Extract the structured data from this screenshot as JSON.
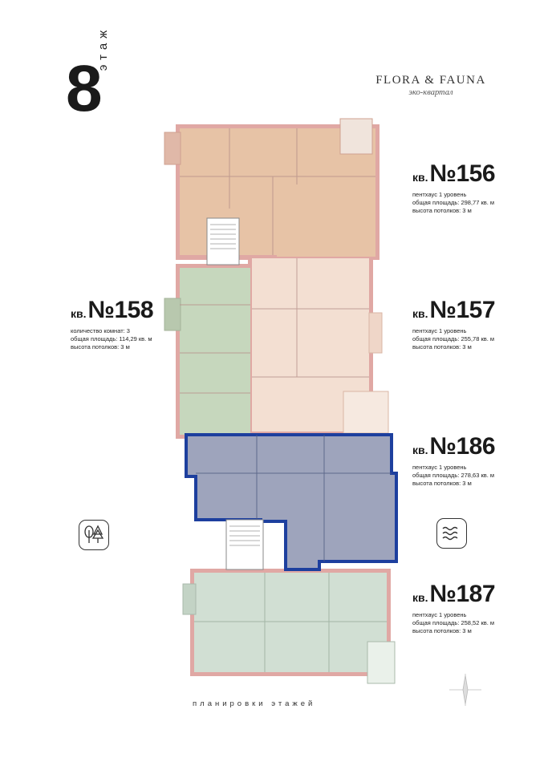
{
  "header": {
    "floor_number": "8",
    "floor_word": "этаж"
  },
  "brand": {
    "name": "FLORA & FAUNA",
    "subtitle": "эко-квартал"
  },
  "apartments": [
    {
      "id": "156",
      "prefix": "кв.",
      "number": "№156",
      "lines": [
        "пентхаус 1 уровень",
        "общая площадь: 298,77 кв. м",
        "высота потолков: 3 м"
      ],
      "color": "#e7c3a6"
    },
    {
      "id": "158",
      "prefix": "кв.",
      "number": "№158",
      "lines": [
        "количество комнат: 3",
        "общая площадь: 114,29 кв. м",
        "высота потолков: 3 м"
      ],
      "color": "#c6d7bd"
    },
    {
      "id": "157",
      "prefix": "кв.",
      "number": "№157",
      "lines": [
        "пентхаус 1 уровень",
        "общая площадь: 255,78 кв. м",
        "высота потолков: 3 м"
      ],
      "color": "#f3dfd2"
    },
    {
      "id": "186",
      "prefix": "кв.",
      "number": "№186",
      "lines": [
        "пентхаус 1 уровень",
        "общая площадь: 278,63 кв. м",
        "высота потолков: 3 м"
      ],
      "color": "#9ea4bc",
      "highlight": "#1d3f9e"
    },
    {
      "id": "187",
      "prefix": "кв.",
      "number": "№187",
      "lines": [
        "пентхаус 1 уровень",
        "общая площадь: 258,52 кв. м",
        "высота потолков: 3 м"
      ],
      "color": "#d1dfd3"
    }
  ],
  "footer": {
    "caption": "планировки этажей"
  },
  "icons": {
    "left": "trees-icon",
    "right": "water-waves-icon",
    "compass": "compass-icon"
  },
  "colors": {
    "wall": "#e0a8a4",
    "stair": "#ffffff",
    "text": "#1a1a1a"
  }
}
